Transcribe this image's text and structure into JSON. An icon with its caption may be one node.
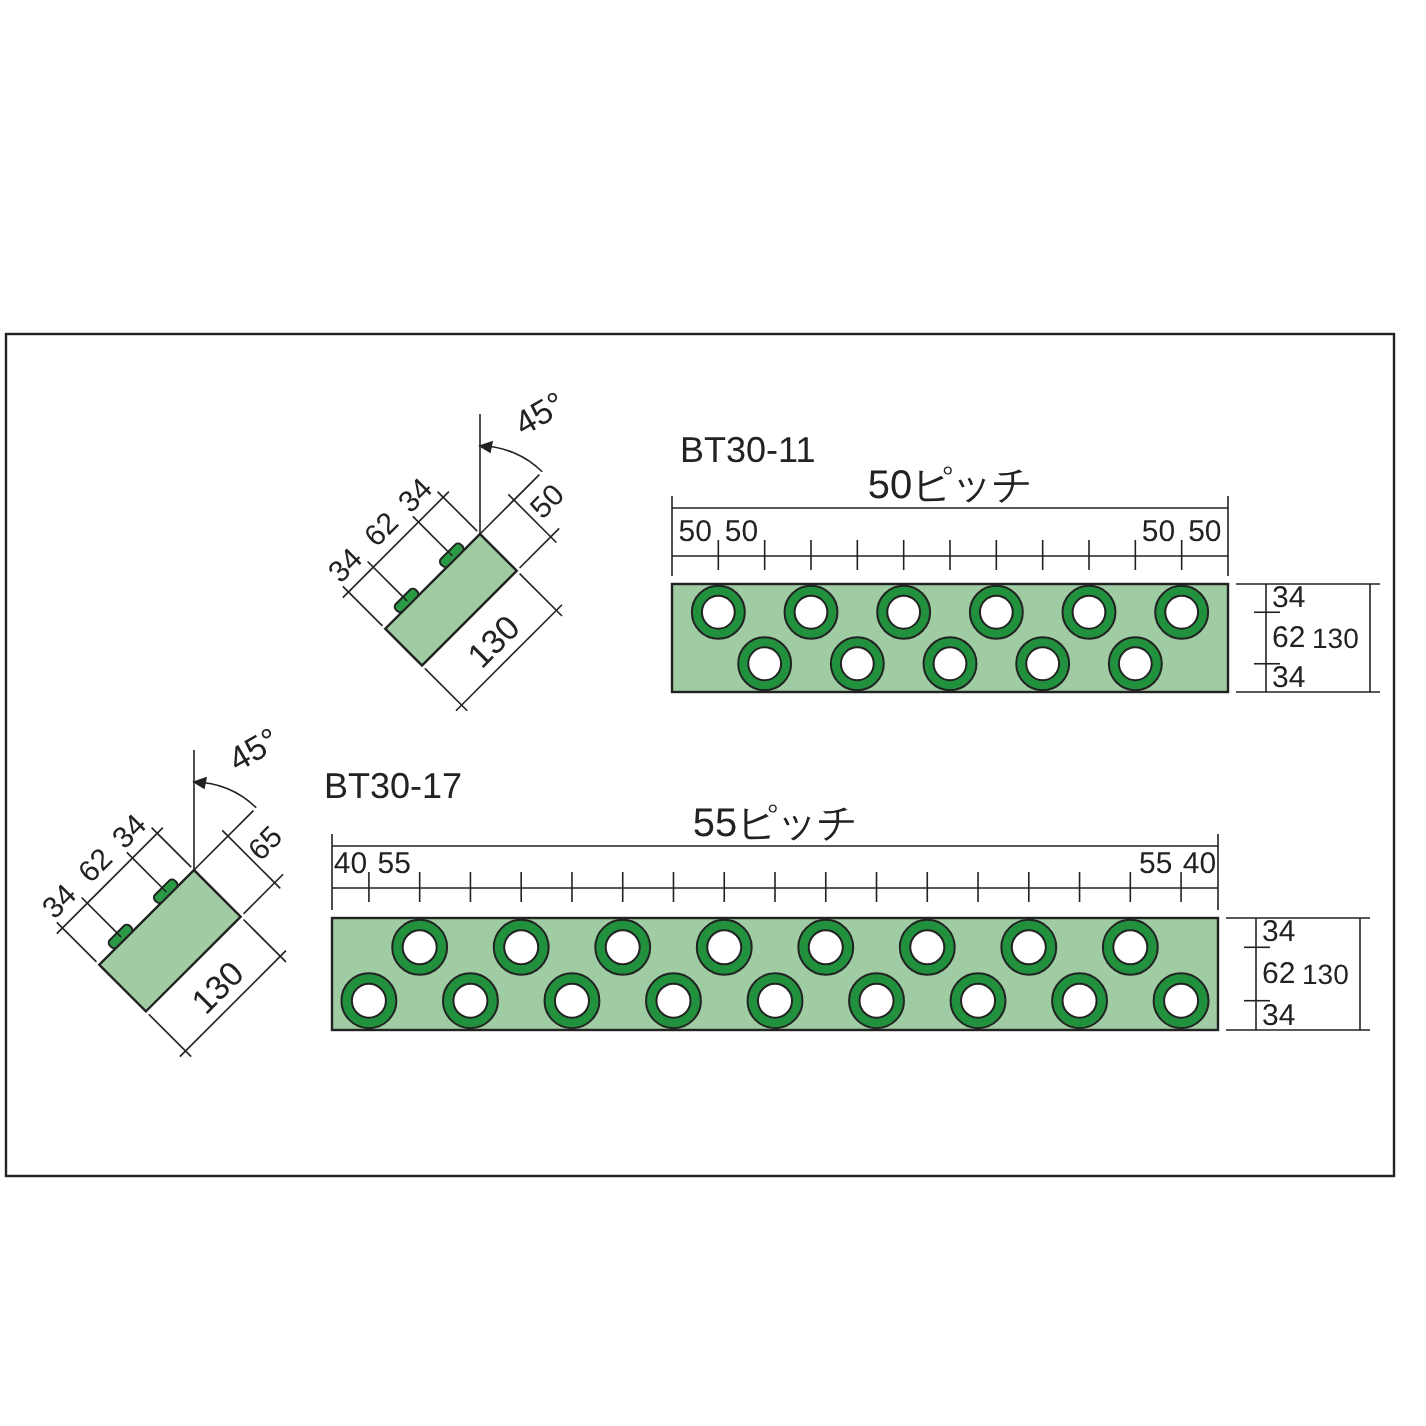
{
  "diagram": {
    "labels": [
      "45°",
      "BT30-11",
      "50ピッチ",
      "34",
      "62",
      "34",
      "50",
      "50",
      "50",
      "50",
      "50",
      "34",
      "62",
      "130",
      "34",
      "130",
      "45°",
      "BT30-17",
      "55ピッチ",
      "34",
      "62",
      "34",
      "65",
      "40",
      "55",
      "55",
      "40",
      "34",
      "62",
      "130",
      "34",
      "130"
    ]
  }
}
